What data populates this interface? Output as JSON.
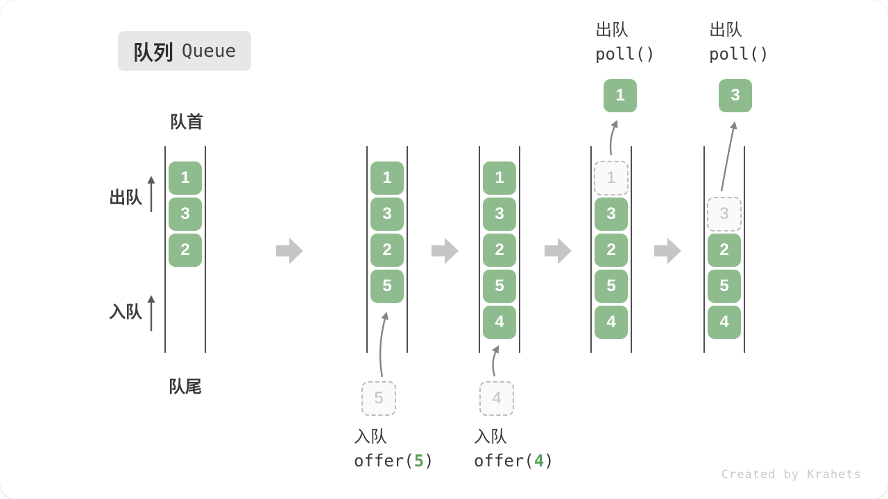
{
  "title": {
    "zh": "队列",
    "en": "Queue"
  },
  "labels": {
    "front": "队首",
    "rear": "队尾",
    "dequeue": "出队",
    "enqueue": "入队"
  },
  "watermark": "Created by Krahets",
  "colors": {
    "box_green": "#8fbc8f",
    "code_green": "#5ba15b",
    "block_arrow": "#c5c5c5",
    "tube_line": "#4f4f4f"
  },
  "states": [
    {
      "items": [
        "1",
        "3",
        "2"
      ]
    },
    {
      "items": [
        "1",
        "3",
        "2",
        "5"
      ],
      "incoming": "5",
      "op": {
        "zh": "入队",
        "prefix": "offer(",
        "arg": "5",
        "suffix": ")"
      }
    },
    {
      "items": [
        "1",
        "3",
        "2",
        "5",
        "4"
      ],
      "incoming": "4",
      "op": {
        "zh": "入队",
        "prefix": "offer(",
        "arg": "4",
        "suffix": ")"
      }
    },
    {
      "removed": "1",
      "items": [
        "3",
        "2",
        "5",
        "4"
      ],
      "out": "1",
      "op": {
        "zh": "出队",
        "code": "poll()"
      }
    },
    {
      "removed": "3",
      "items": [
        "2",
        "5",
        "4"
      ],
      "out": "3",
      "op": {
        "zh": "出队",
        "code": "poll()"
      }
    }
  ]
}
